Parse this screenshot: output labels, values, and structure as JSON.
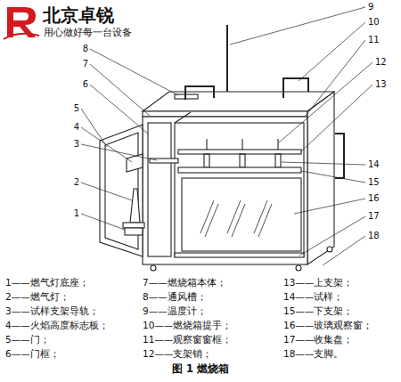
{
  "diagram": {
    "caption": "图 1 燃烧箱",
    "labels": [
      "北京卓锐",
      "用心做好每一台设备",
      "1",
      "2",
      "3",
      "4",
      "5",
      "6",
      "7",
      "8",
      "9",
      "10",
      "11",
      "12",
      "13",
      "14",
      "15",
      "16",
      "17",
      "18",
      "1——燃气灯底座；",
      "2——燃气灯；",
      "3——试样支架导轨；",
      "4——火焰高度标志板；",
      "5——门；",
      "6——门框；",
      "7——燃烧箱本体；",
      "8——通风槽；",
      "9——温度计；",
      "10——燃烧箱提手；",
      "11——观察窗窗框；",
      "12——支架销；",
      "13——上支架；",
      "14——试样；",
      "15——下支架；",
      "16——玻璃观察窗；",
      "17——收集盘；",
      "18——支脚。"
    ]
  }
}
